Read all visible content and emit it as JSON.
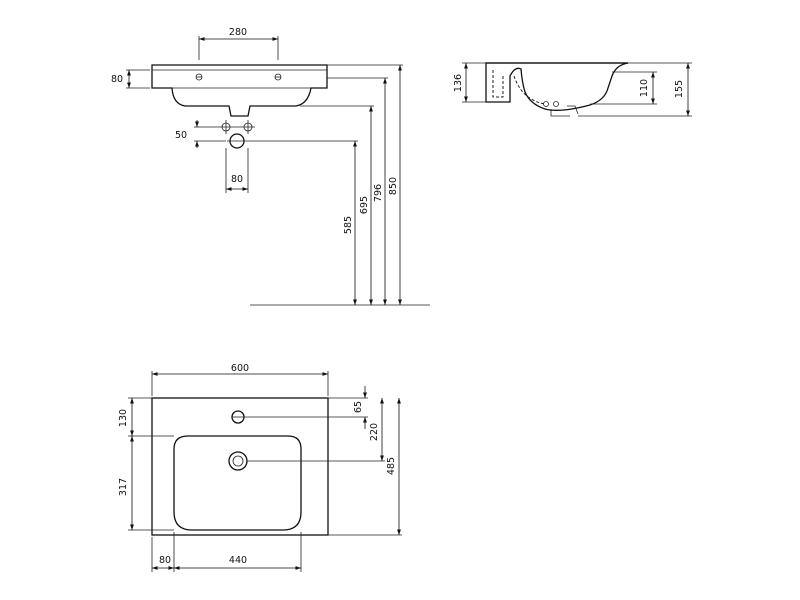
{
  "drawing": {
    "front_view": {
      "tap_spacing": "280",
      "rim_height": "80",
      "waste_offset_v": "50",
      "waste_offset_h": "80",
      "height_waste": "585",
      "height_bowl_bottom": "695",
      "height_overflow": "796",
      "height_rim": "850"
    },
    "side_view": {
      "rim_depth": "136",
      "bowl_depth": "110",
      "total_depth": "155"
    },
    "plan_view": {
      "width": "600",
      "back_to_bowl": "130",
      "bowl_length": "317",
      "side_to_bowl": "80",
      "bowl_width": "440",
      "taphole_from_back": "65",
      "waste_from_back": "220",
      "depth": "485"
    }
  }
}
